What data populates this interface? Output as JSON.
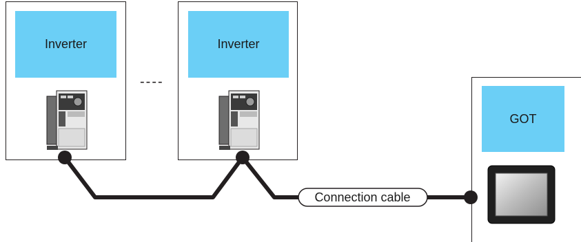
{
  "devices": [
    {
      "label": "Inverter"
    },
    {
      "label": "Inverter"
    }
  ],
  "got": {
    "label": "GOT"
  },
  "ellipsis": "----",
  "cable": {
    "label": "Connection cable"
  },
  "colors": {
    "label_fill": "#6bcff6",
    "line": "#231f20"
  },
  "icons": [
    "inverter-icon",
    "inverter-icon",
    "got-panel-icon"
  ]
}
